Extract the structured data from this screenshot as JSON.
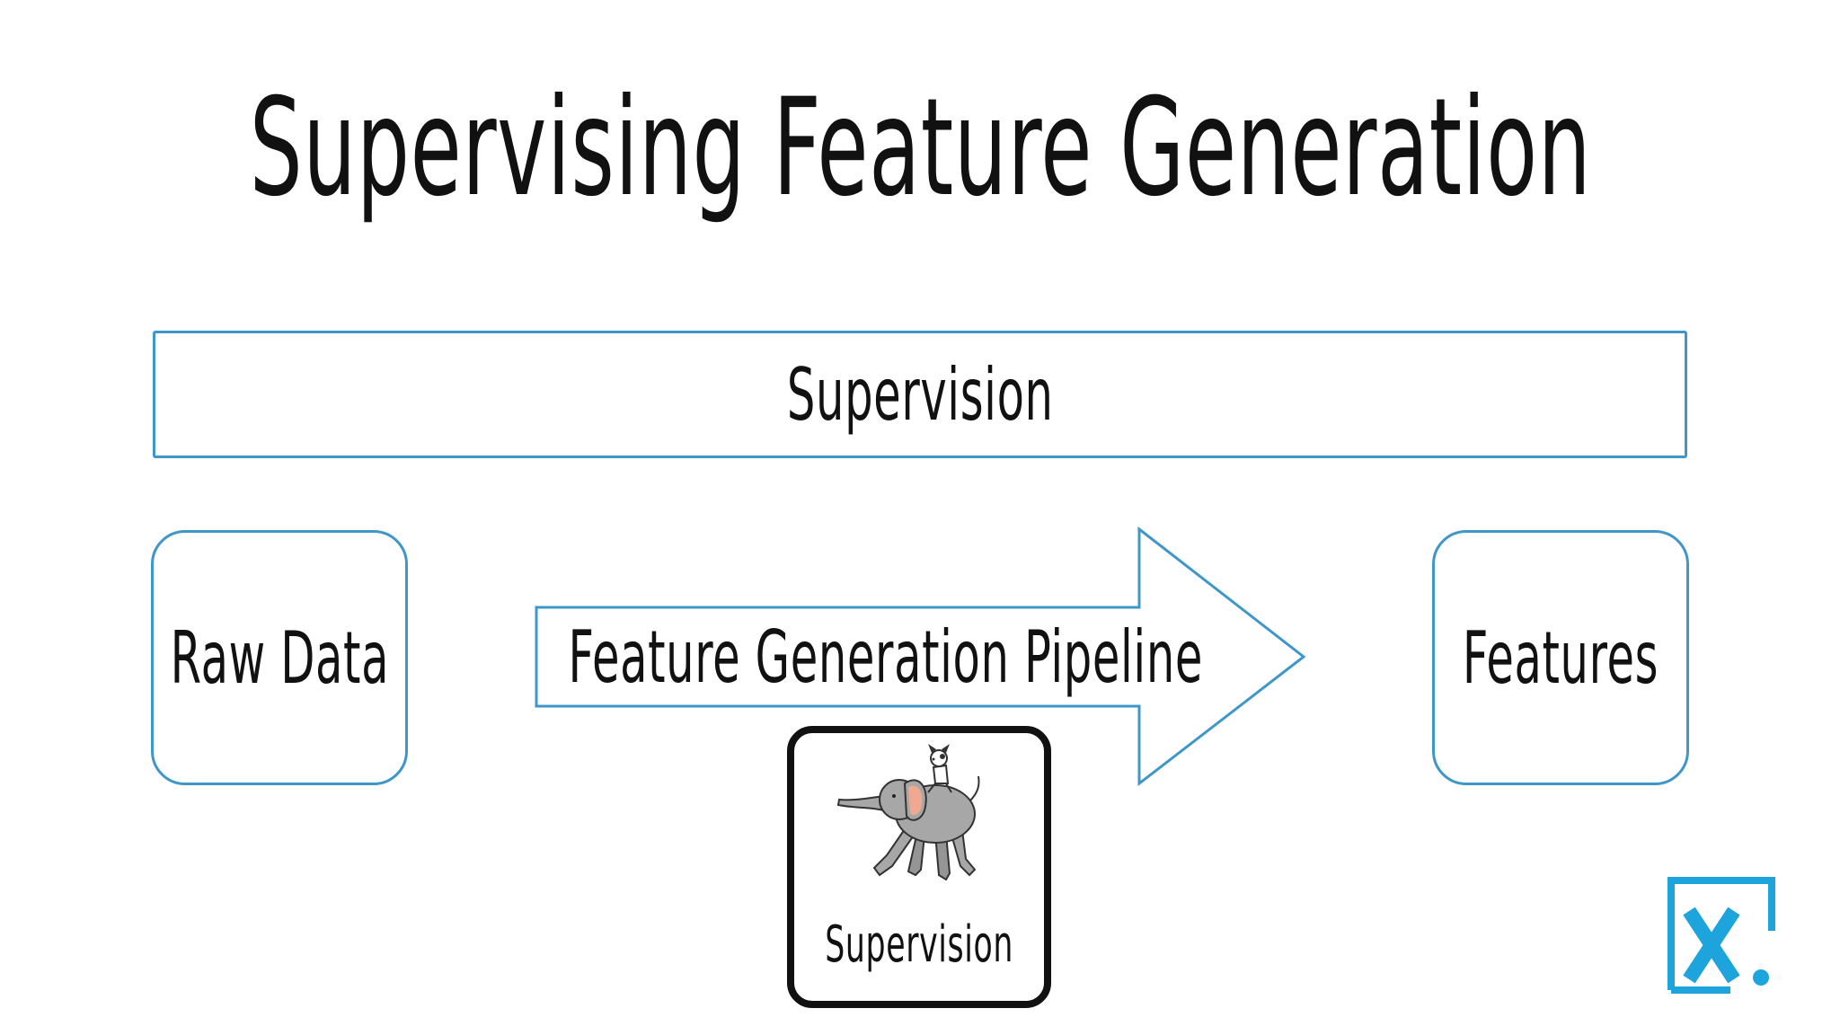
{
  "title": "Supervising Feature Generation",
  "diagram": {
    "supervision_bar": {
      "label": "Supervision"
    },
    "source": {
      "label": "Raw Data"
    },
    "pipeline": {
      "label": "Feature Generation Pipeline"
    },
    "target": {
      "label": "Features"
    },
    "supervision_card": {
      "label": "Supervision",
      "illustration": "dog-riding-elephant"
    }
  },
  "logo": {
    "icon": "x-dot-logo"
  },
  "colors": {
    "accent_blue": "#3f97c9",
    "logo_blue": "#1ea4dd",
    "ink": "#111111",
    "elephant_gray": "#a7a7a7",
    "ear_pink": "#f0a890"
  }
}
